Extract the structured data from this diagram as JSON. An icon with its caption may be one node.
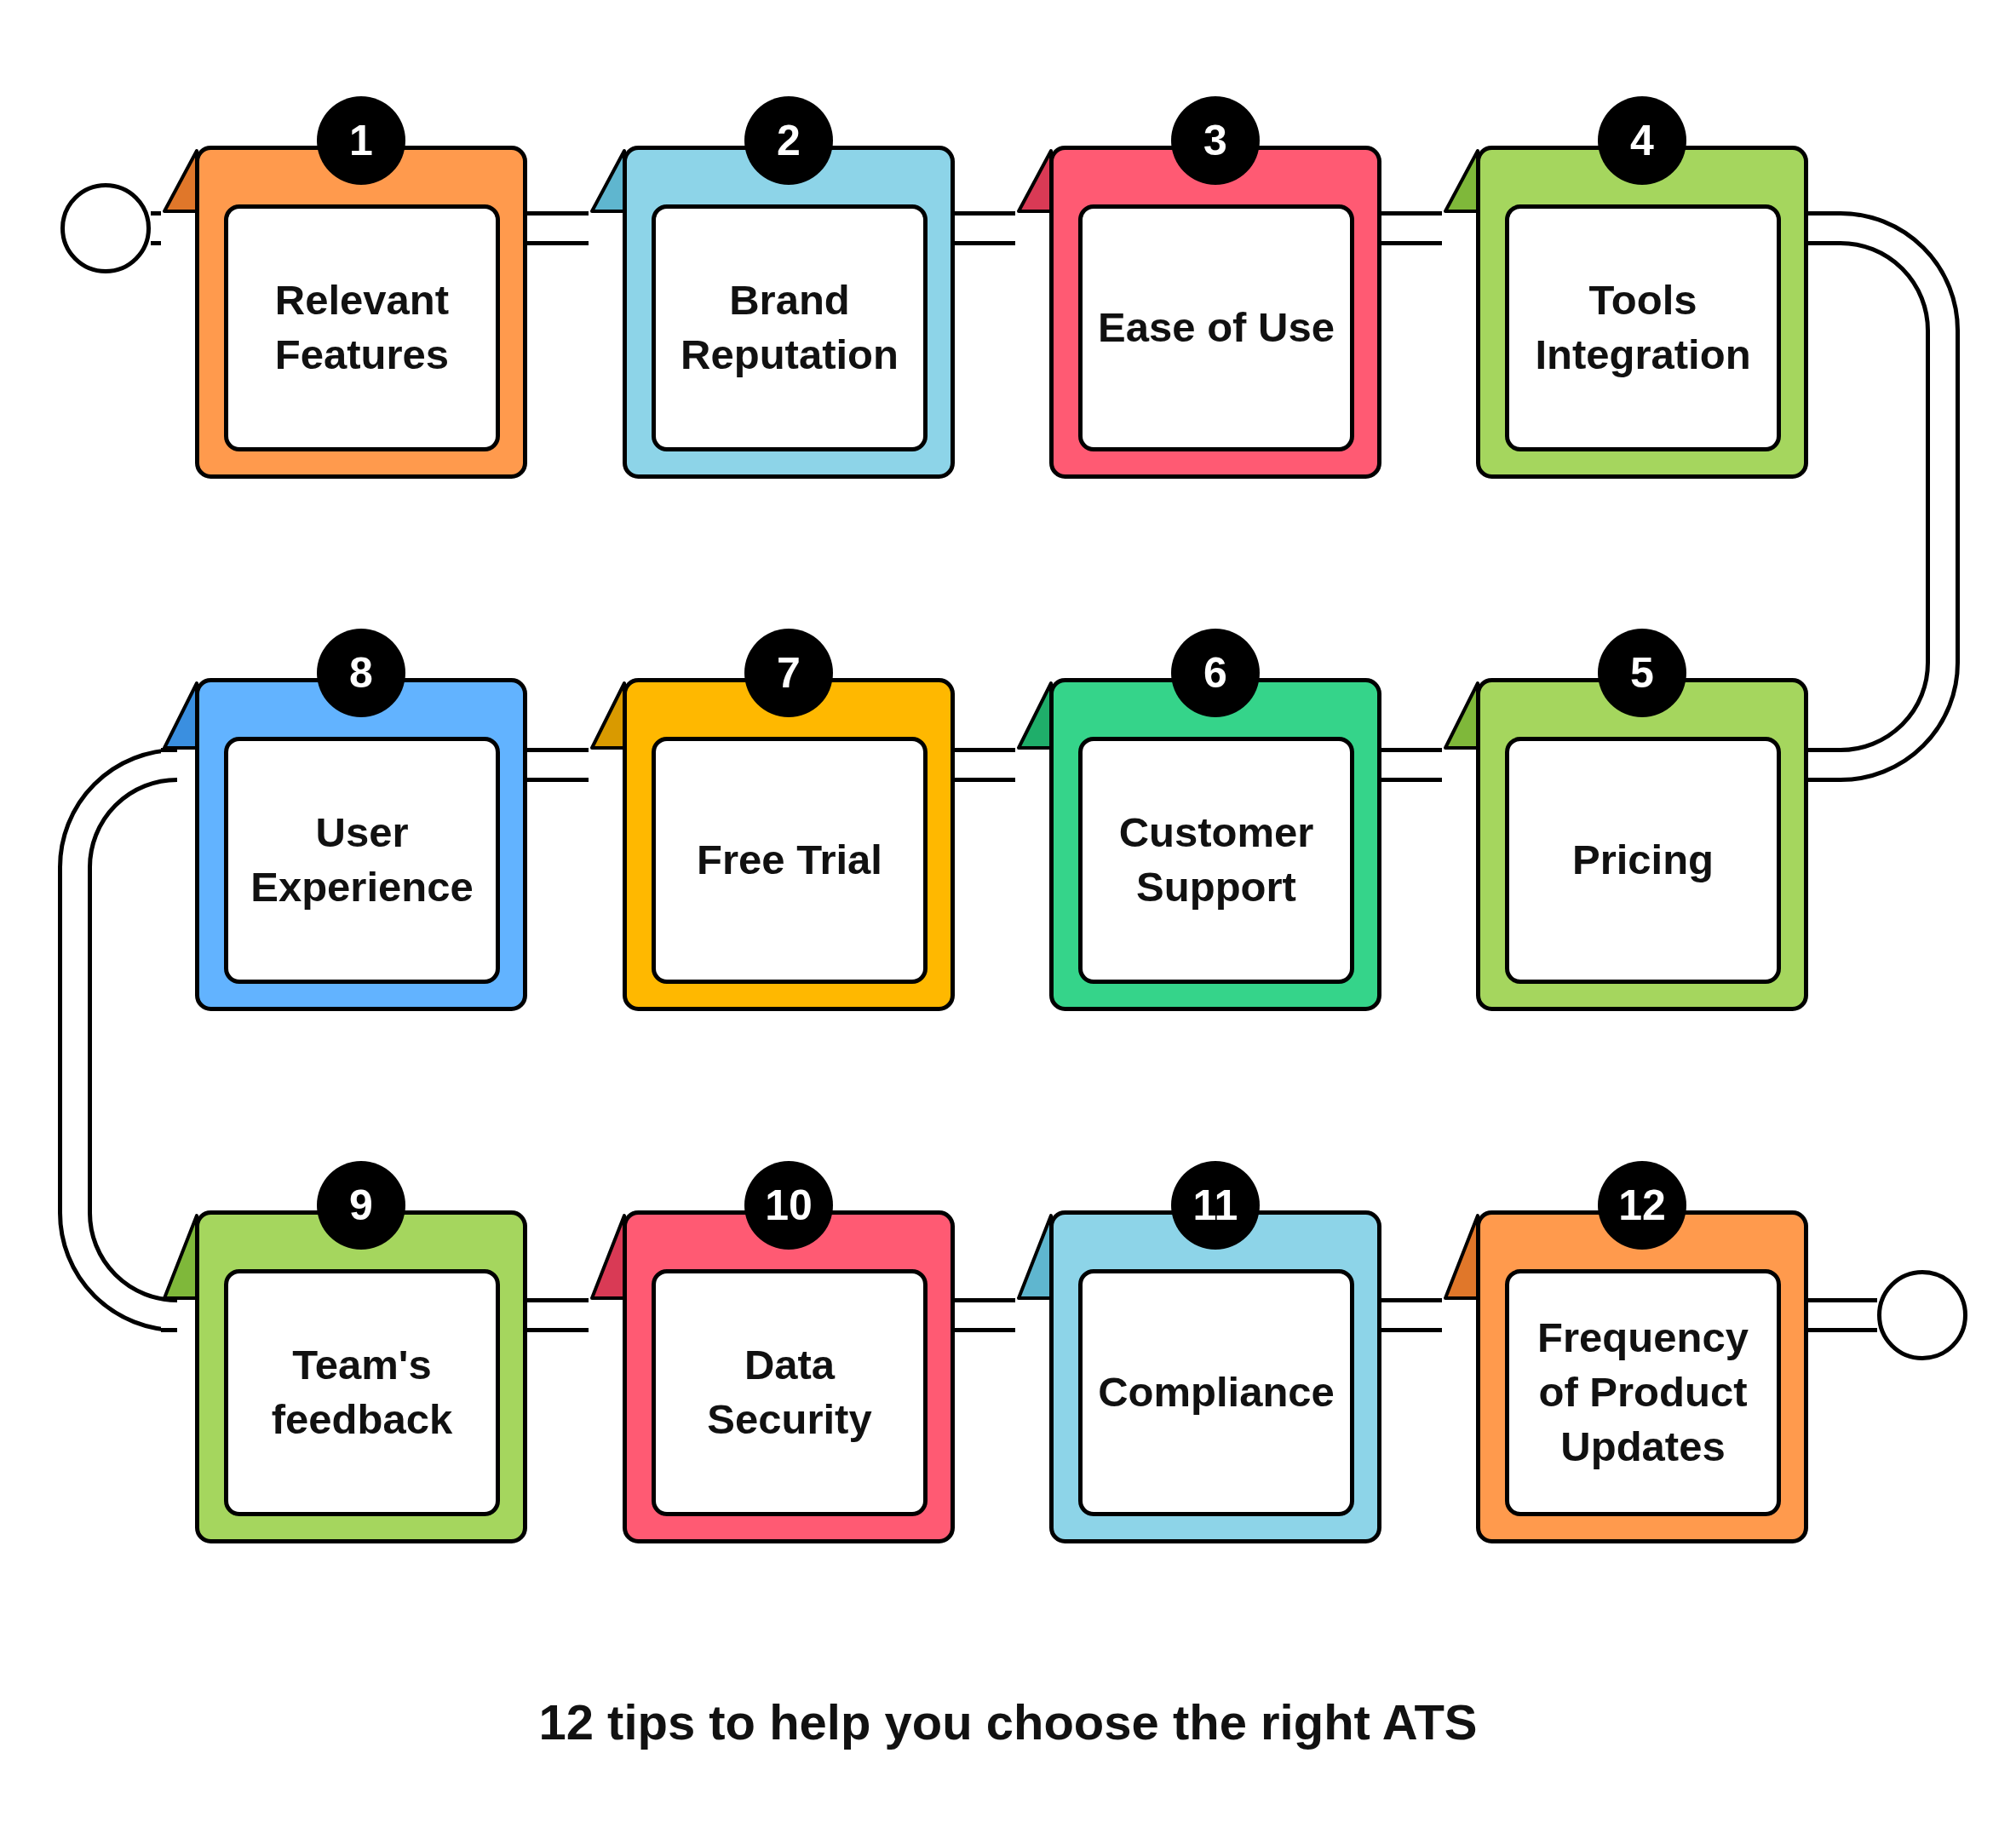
{
  "diagram": {
    "caption": "12 tips to help you choose the right ATS",
    "nodes": [
      {
        "text": [],
        "shape": "circle"
      },
      {
        "text": [
          "1",
          "Relevant Features"
        ]
      },
      {
        "text": [
          "2",
          "Brand Reputation"
        ]
      },
      {
        "text": [
          "3",
          "Ease of Use"
        ]
      },
      {
        "text": [
          "4",
          "Tools Integration"
        ]
      },
      {
        "text": [
          "5",
          "Pricing"
        ]
      },
      {
        "text": [
          "6",
          "Customer Support"
        ]
      },
      {
        "text": [
          "7",
          "Free Trial"
        ]
      },
      {
        "text": [
          "8",
          "User Experience"
        ]
      },
      {
        "text": [
          "9",
          "Team's feedback"
        ]
      },
      {
        "text": [
          "10",
          "Data Security"
        ]
      },
      {
        "text": [
          "11",
          "Compliance"
        ]
      },
      {
        "text": [
          "12",
          "Frequency of Product Updates"
        ]
      },
      {
        "text": [],
        "shape": "circle"
      }
    ],
    "edges": [
      {
        "from": 0,
        "to": 1,
        "arrow": "none"
      },
      {
        "from": 1,
        "to": 2,
        "arrow": "none"
      },
      {
        "from": 2,
        "to": 3,
        "arrow": "none"
      },
      {
        "from": 3,
        "to": 4,
        "arrow": "none"
      },
      {
        "from": 4,
        "to": 5,
        "arrow": "none"
      },
      {
        "from": 5,
        "to": 6,
        "arrow": "none"
      },
      {
        "from": 6,
        "to": 7,
        "arrow": "none"
      },
      {
        "from": 7,
        "to": 8,
        "arrow": "none"
      },
      {
        "from": 8,
        "to": 9,
        "arrow": "none"
      },
      {
        "from": 9,
        "to": 10,
        "arrow": "none"
      },
      {
        "from": 10,
        "to": 11,
        "arrow": "none"
      },
      {
        "from": 11,
        "to": 12,
        "arrow": "none"
      },
      {
        "from": 12,
        "to": 13,
        "arrow": "none"
      }
    ]
  }
}
